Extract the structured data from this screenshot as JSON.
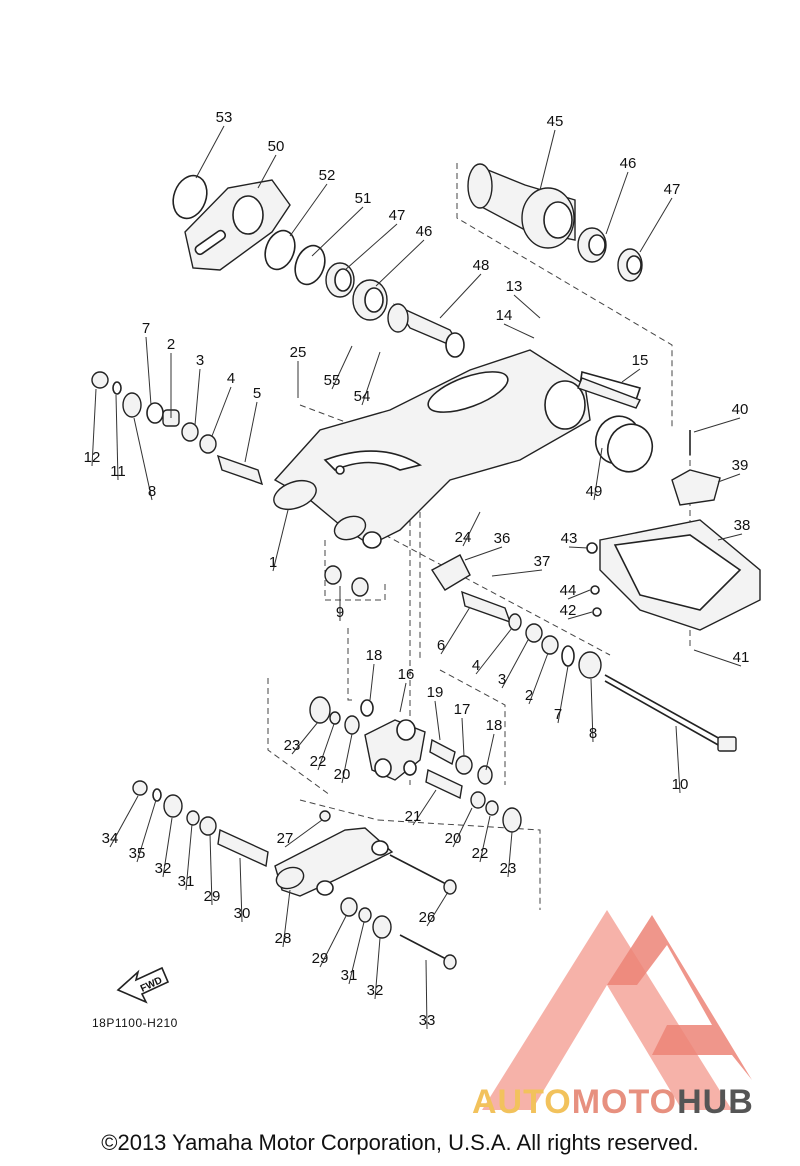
{
  "diagram": {
    "drawing_code": "18P1100-H210",
    "fwd_label": "FWD",
    "copyright": "©2013 Yamaha Motor Corporation, U.S.A. All rights reserved.",
    "watermark": {
      "part1": "AUTO",
      "part2": "MOTO",
      "part3": "HUB"
    },
    "callouts": [
      {
        "id": "c53",
        "label": "53"
      },
      {
        "id": "c50",
        "label": "50"
      },
      {
        "id": "c52",
        "label": "52"
      },
      {
        "id": "c51",
        "label": "51"
      },
      {
        "id": "c47a",
        "label": "47"
      },
      {
        "id": "c46a",
        "label": "46"
      },
      {
        "id": "c45",
        "label": "45"
      },
      {
        "id": "c46b",
        "label": "46"
      },
      {
        "id": "c47b",
        "label": "47"
      },
      {
        "id": "c48",
        "label": "48"
      },
      {
        "id": "c13",
        "label": "13"
      },
      {
        "id": "c14",
        "label": "14"
      },
      {
        "id": "c15",
        "label": "15"
      },
      {
        "id": "c7a",
        "label": "7"
      },
      {
        "id": "c2a",
        "label": "2"
      },
      {
        "id": "c3a",
        "label": "3"
      },
      {
        "id": "c4a",
        "label": "4"
      },
      {
        "id": "c5",
        "label": "5"
      },
      {
        "id": "c25",
        "label": "25"
      },
      {
        "id": "c55",
        "label": "55"
      },
      {
        "id": "c54",
        "label": "54"
      },
      {
        "id": "c40",
        "label": "40"
      },
      {
        "id": "c12",
        "label": "12"
      },
      {
        "id": "c11",
        "label": "11"
      },
      {
        "id": "c8a",
        "label": "8"
      },
      {
        "id": "c39",
        "label": "39"
      },
      {
        "id": "c49",
        "label": "49"
      },
      {
        "id": "c38",
        "label": "38"
      },
      {
        "id": "c1",
        "label": "1"
      },
      {
        "id": "c24",
        "label": "24"
      },
      {
        "id": "c36",
        "label": "36"
      },
      {
        "id": "c43",
        "label": "43"
      },
      {
        "id": "c37",
        "label": "37"
      },
      {
        "id": "c9",
        "label": "9"
      },
      {
        "id": "c44",
        "label": "44"
      },
      {
        "id": "c42",
        "label": "42"
      },
      {
        "id": "c6",
        "label": "6"
      },
      {
        "id": "c41",
        "label": "41"
      },
      {
        "id": "c4b",
        "label": "4"
      },
      {
        "id": "c3b",
        "label": "3"
      },
      {
        "id": "c2b",
        "label": "2"
      },
      {
        "id": "c7b",
        "label": "7"
      },
      {
        "id": "c8b",
        "label": "8"
      },
      {
        "id": "c18a",
        "label": "18"
      },
      {
        "id": "c16",
        "label": "16"
      },
      {
        "id": "c19",
        "label": "19"
      },
      {
        "id": "c17",
        "label": "17"
      },
      {
        "id": "c18b",
        "label": "18"
      },
      {
        "id": "c23a",
        "label": "23"
      },
      {
        "id": "c22a",
        "label": "22"
      },
      {
        "id": "c20a",
        "label": "20"
      },
      {
        "id": "c10",
        "label": "10"
      },
      {
        "id": "c21",
        "label": "21"
      },
      {
        "id": "c34",
        "label": "34"
      },
      {
        "id": "c35",
        "label": "35"
      },
      {
        "id": "c32a",
        "label": "32"
      },
      {
        "id": "c31a",
        "label": "31"
      },
      {
        "id": "c29a",
        "label": "29"
      },
      {
        "id": "c30",
        "label": "30"
      },
      {
        "id": "c27",
        "label": "27"
      },
      {
        "id": "c20b",
        "label": "20"
      },
      {
        "id": "c22b",
        "label": "22"
      },
      {
        "id": "c23b",
        "label": "23"
      },
      {
        "id": "c26",
        "label": "26"
      },
      {
        "id": "c28",
        "label": "28"
      },
      {
        "id": "c29b",
        "label": "29"
      },
      {
        "id": "c31b",
        "label": "31"
      },
      {
        "id": "c32b",
        "label": "32"
      },
      {
        "id": "c33",
        "label": "33"
      }
    ]
  }
}
